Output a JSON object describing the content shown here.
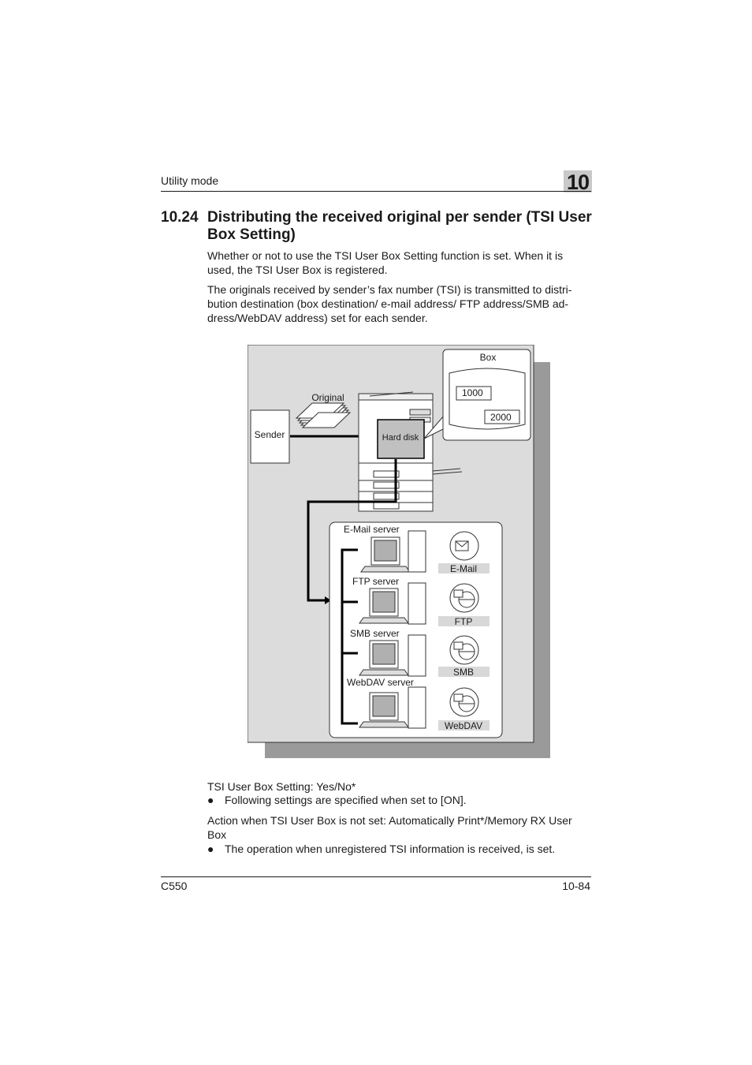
{
  "header": {
    "section_label": "Utility mode",
    "chapter_number": "10"
  },
  "section": {
    "number": "10.24",
    "title": "Distributing the received original per sender (TSI User Box Setting)"
  },
  "paragraphs": [
    "Whether or not to use the TSI User Box Setting function is set. When it is used, the TSI User Box is registered.",
    "The originals received by sender’s fax number (TSI) is transmitted to distri-bution destination (box destination/ e-mail address/ FTP address/SMB ad-dress/WebDAV address) set for each sender."
  ],
  "figure": {
    "sender_label": "Sender",
    "original_label": "Original",
    "hard_disk_label": "Hard disk",
    "box_label": "Box",
    "box_numbers": [
      "1000",
      "2000"
    ],
    "servers": [
      "E-Mail server",
      "FTP server",
      "SMB server",
      "WebDAV server"
    ],
    "protocols": [
      "E-Mail",
      "FTP",
      "SMB",
      "WebDAV"
    ]
  },
  "settings": [
    {
      "label": "TSI User Box Setting: Yes/No*",
      "note": "Following settings are specified when set to [ON]."
    },
    {
      "label": "Action when TSI User Box is not set: Automatically Print*/Memory RX User Box",
      "note": "The operation when unregistered TSI information is received, is set."
    }
  ],
  "bullet_symbol": "●",
  "footer": {
    "model": "C550",
    "page": "10-84"
  },
  "colors": {
    "diagram_bg": "#dcdcdc",
    "badge_bg": "#c9c9c9",
    "label_bg": "#d8d8d8"
  }
}
